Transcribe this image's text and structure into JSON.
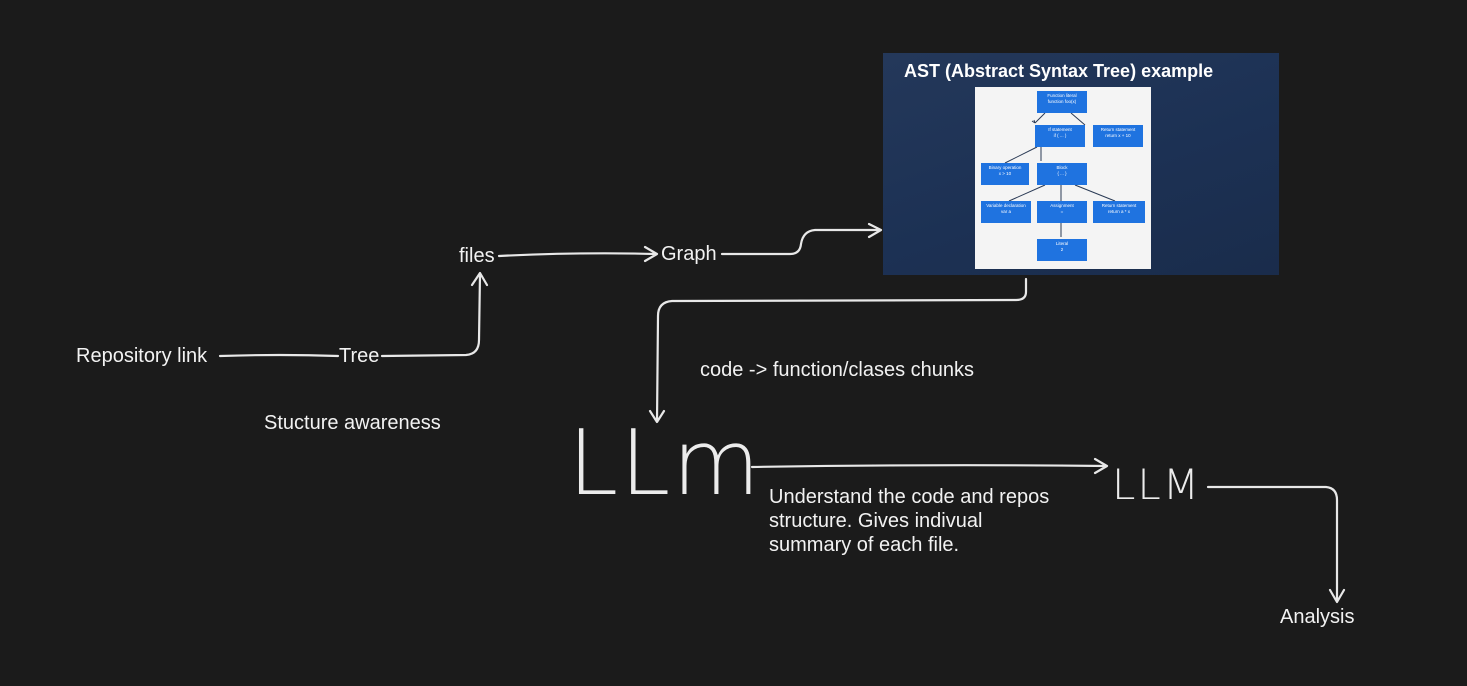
{
  "labels": {
    "repository_link": "Repository link",
    "tree": "Tree",
    "files": "files",
    "graph": "Graph",
    "structure_awareness": "Stucture awareness",
    "code_chunks": "code -> function/clases chunks",
    "llm_big": "LLm",
    "llm_second": "LLM",
    "understand_line1": "Understand the code and repos",
    "understand_line2": "structure.  Gives indivual",
    "understand_line3": "summary of each file.",
    "analysis": "Analysis"
  },
  "ast_example": {
    "title": "AST (Abstract Syntax Tree) example",
    "nodes": {
      "function_literal": [
        "Function literal",
        "function foo(x)"
      ],
      "if_statement": [
        "If statement",
        "if ( ... )"
      ],
      "return_statement_top": [
        "Return statement",
        "return x + 10"
      ],
      "binary_operation": [
        "Binary operation",
        "x > 10"
      ],
      "block": [
        "Block",
        "{ ... }"
      ],
      "variable_declaration": [
        "Variable declaration",
        "var a"
      ],
      "assignment": [
        "Assignment",
        "="
      ],
      "return_statement_bottom": [
        "Return statement",
        "return a * x"
      ],
      "literal": [
        "Literal",
        "2"
      ]
    }
  },
  "colors": {
    "background": "#1b1b1b",
    "text": "#f2f2f2",
    "ast_slide_bg": "#1c3154",
    "ast_node": "#1f73e0"
  }
}
